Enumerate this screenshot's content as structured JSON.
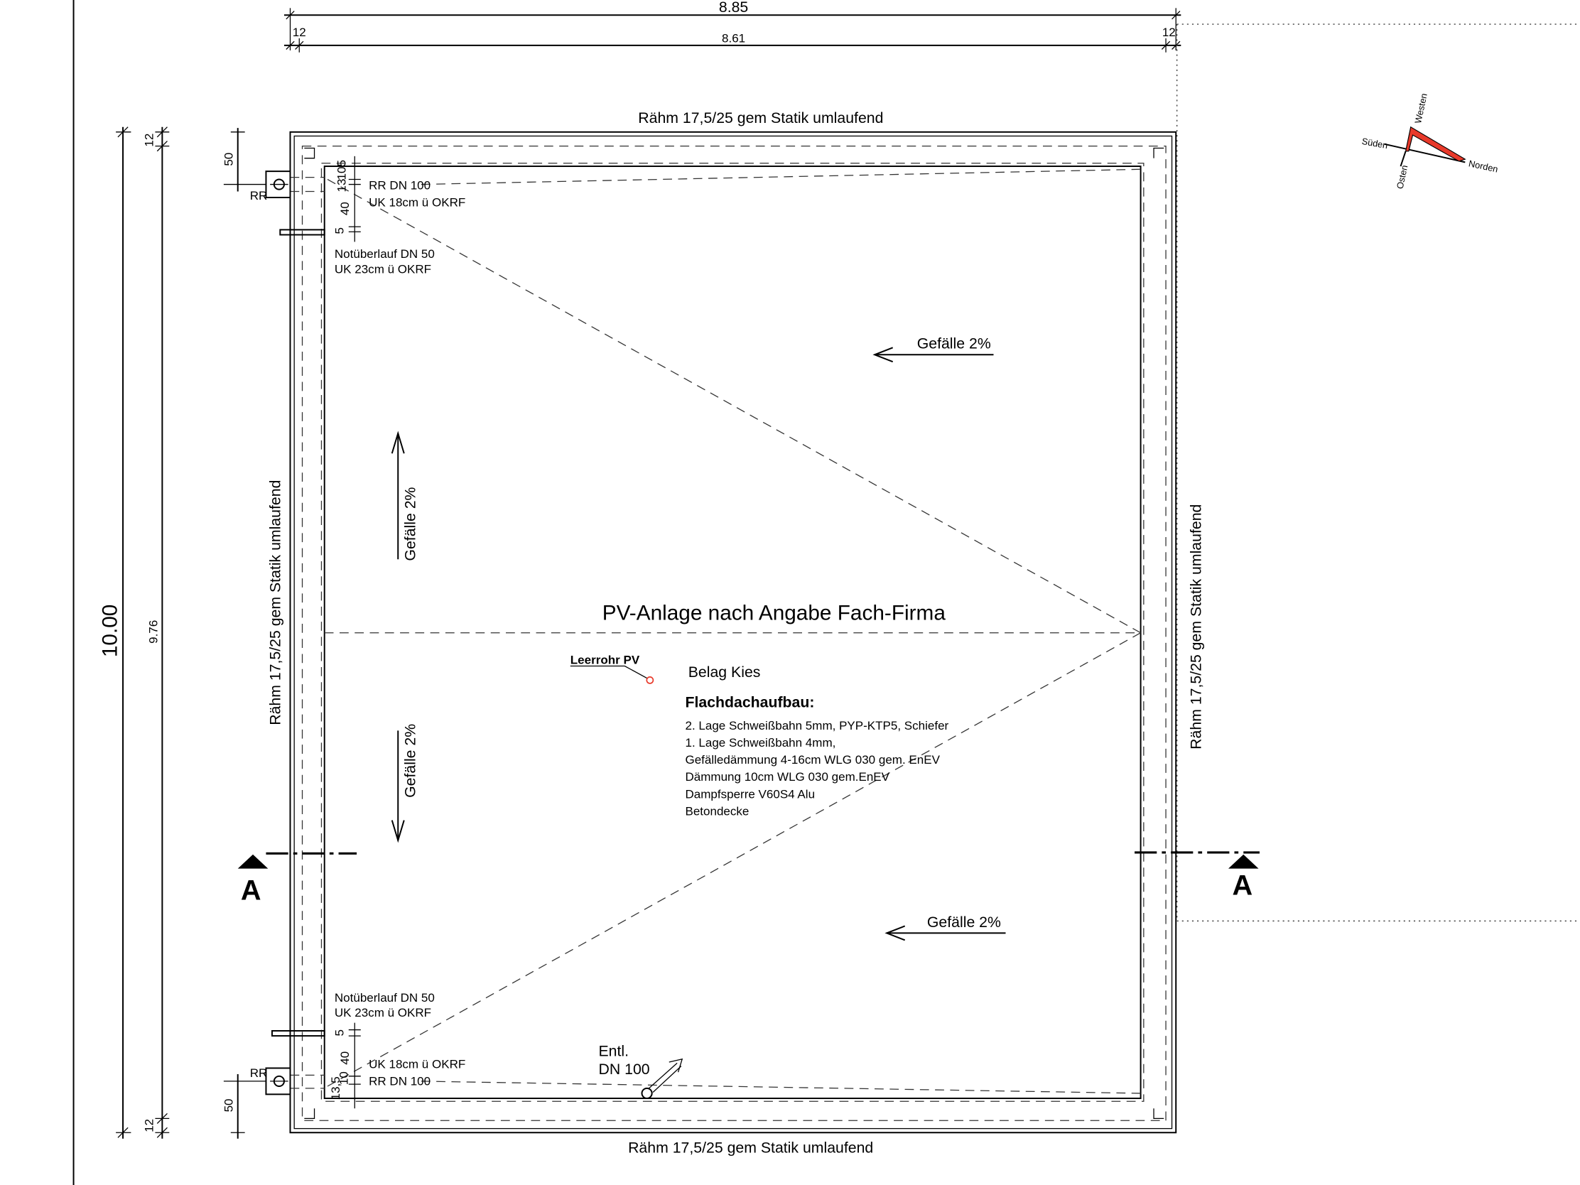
{
  "dimensions": {
    "overall_width": "8.85",
    "inner_width": "8.61",
    "wall_left": "12",
    "wall_right": "12",
    "overall_depth": "10.00",
    "inner_depth": "9.76",
    "wall_top": "12",
    "wall_bottom": "12",
    "rr_offset_top": "50",
    "rr_offset_bottom": "50",
    "top_detail": [
      "10",
      "13",
      "5",
      "40",
      "5"
    ],
    "bottom_detail": [
      "5",
      "40",
      "10",
      "13,5"
    ]
  },
  "labels": {
    "beam_top": "Rähm  17,5/25  gem  Statik  umlaufend",
    "beam_bottom": "Rähm  17,5/25  gem  Statik  umlaufend",
    "beam_left": "Rähm  17,5/25  gem  Statik  umlaufend",
    "beam_right": "Rähm  17,5/25  gem  Statik  umlaufend",
    "pv_system": "PV-Anlage  nach  Angabe  Fach-Firma",
    "conduit_pv": "Leerrohr PV",
    "surface": "Belag  Kies",
    "rr_top": "RR",
    "rr_bottom": "RR",
    "drain_top_1": "RR  DN  100",
    "drain_top_2": "UK  18cm  ü  OKRF",
    "overflow_top_1": "Notüberlauf  DN  50",
    "overflow_top_2": "UK  23cm  ü  OKRF",
    "overflow_bottom_1": "Notüberlauf  DN  50",
    "overflow_bottom_2": "UK  23cm  ü  OKRF",
    "drain_bottom_1": "UK  18cm  ü  OKRF",
    "drain_bottom_2": "RR  DN  100",
    "vent_1": "Entl.",
    "vent_2": "DN  100",
    "section_left": "A",
    "section_right": "A"
  },
  "slopes": {
    "top_right": "Gefälle  2%",
    "left_up": "Gefälle  2%",
    "left_down": "Gefälle  2%",
    "bottom_right": "Gefälle  2%"
  },
  "roof_build_up": {
    "title": "Flachdachaufbau:",
    "layers": [
      "2. Lage  Schweißbahn  5mm,  PYP-KTP5,  Schiefer",
      "1. Lage  Schweißbahn  4mm,",
      "Gefälledämmung  4-16cm  WLG  030  gem.  EnEV",
      "Dämmung    10cm  WLG  030  gem.EnEV",
      "Dampfsperre  V60S4  Alu",
      "Betondecke"
    ]
  },
  "compass": {
    "north": "Norden",
    "south": "Süden",
    "east": "Osten",
    "west": "Westen",
    "accent": "#e8392a"
  }
}
